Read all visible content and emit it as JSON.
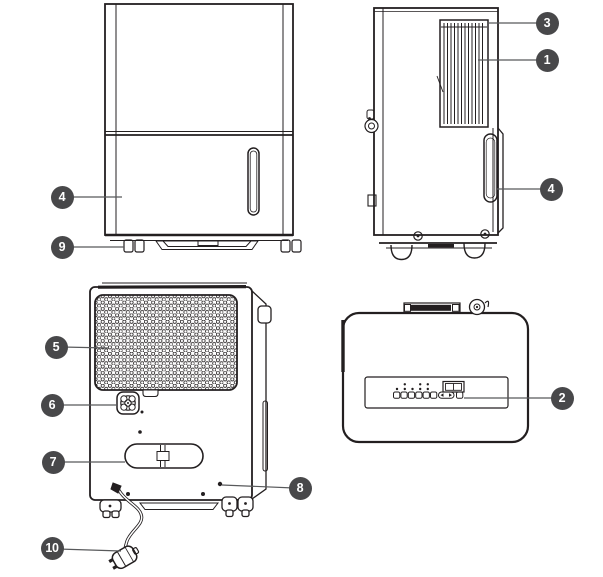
{
  "figure": {
    "type": "appliance-parts-line-diagram",
    "callouts": {
      "c1": "1",
      "c2": "2",
      "c3": "3",
      "c4": "4",
      "c5": "5",
      "c6": "6",
      "c7": "7",
      "c8": "8",
      "c9": "9",
      "c10": "10"
    },
    "drawings": [
      "front-view",
      "side-view",
      "back-view",
      "top-view"
    ],
    "colors": {
      "background": "#ffffff",
      "line_art": "#231f20",
      "leader_line": "#58595b",
      "badge_bg": "#48484a",
      "badge_text": "#ffffff"
    }
  }
}
